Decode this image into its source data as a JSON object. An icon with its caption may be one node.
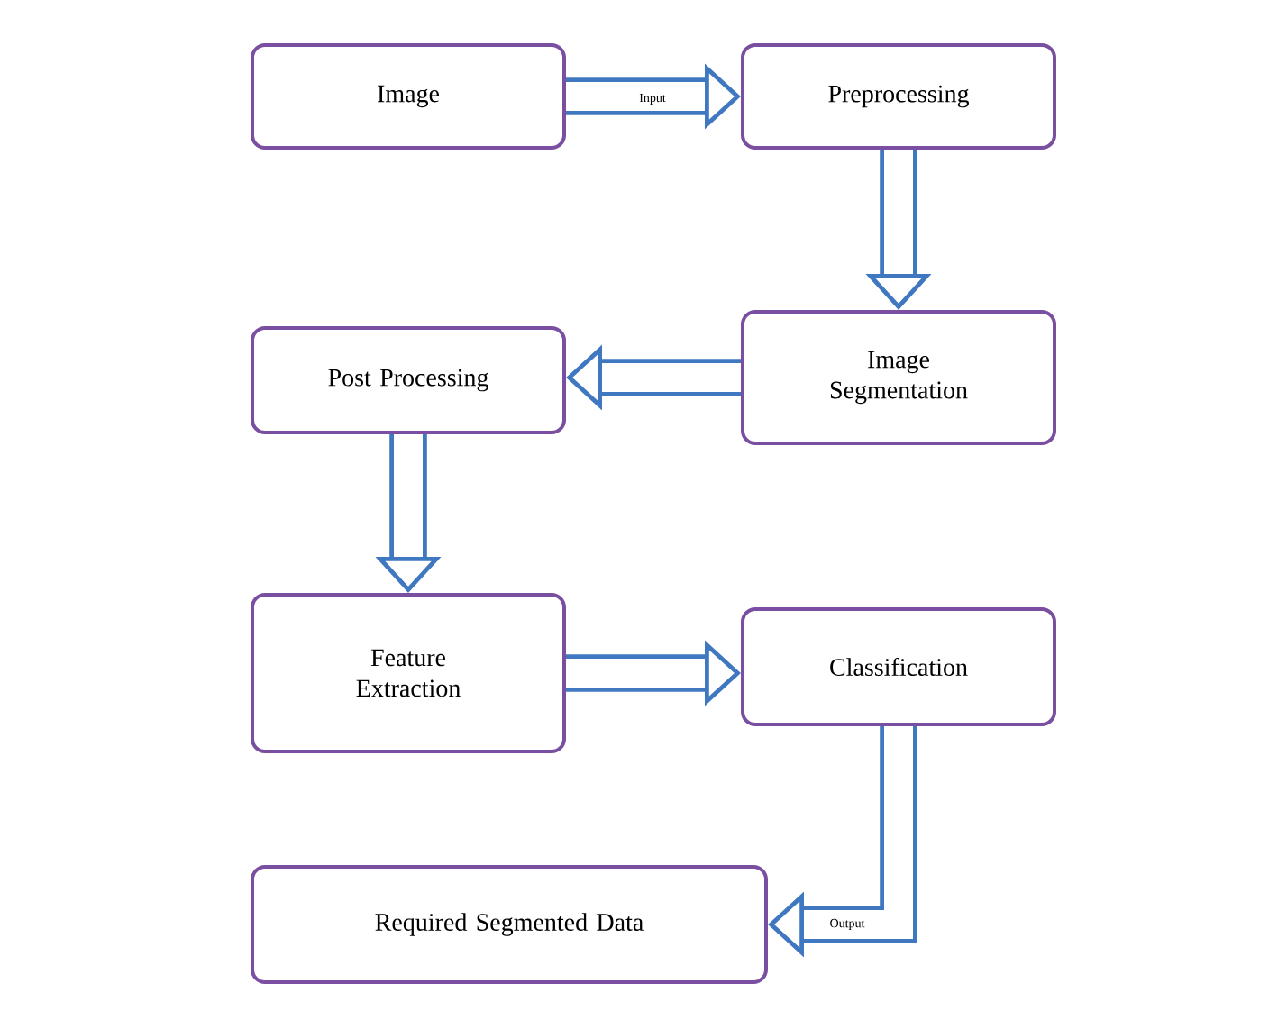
{
  "diagram": {
    "nodes": [
      {
        "text": [
          "Image"
        ]
      },
      {
        "text": [
          "Preprocessing"
        ]
      },
      {
        "text": [
          "Image Segmentation"
        ]
      },
      {
        "text": [
          "Post Processing"
        ]
      },
      {
        "text": [
          "Feature Extraction"
        ]
      },
      {
        "text": [
          "Classification"
        ]
      },
      {
        "text": [
          "Required Segmented Data"
        ]
      }
    ],
    "edges": [
      {
        "from": 0,
        "to": 1,
        "arrow": "to",
        "label": "Input"
      },
      {
        "from": 1,
        "to": 2,
        "arrow": "to"
      },
      {
        "from": 2,
        "to": 3,
        "arrow": "to"
      },
      {
        "from": 3,
        "to": 4,
        "arrow": "to"
      },
      {
        "from": 4,
        "to": 5,
        "arrow": "to"
      },
      {
        "from": 5,
        "to": 6,
        "arrow": "to",
        "label": "Output"
      }
    ]
  }
}
